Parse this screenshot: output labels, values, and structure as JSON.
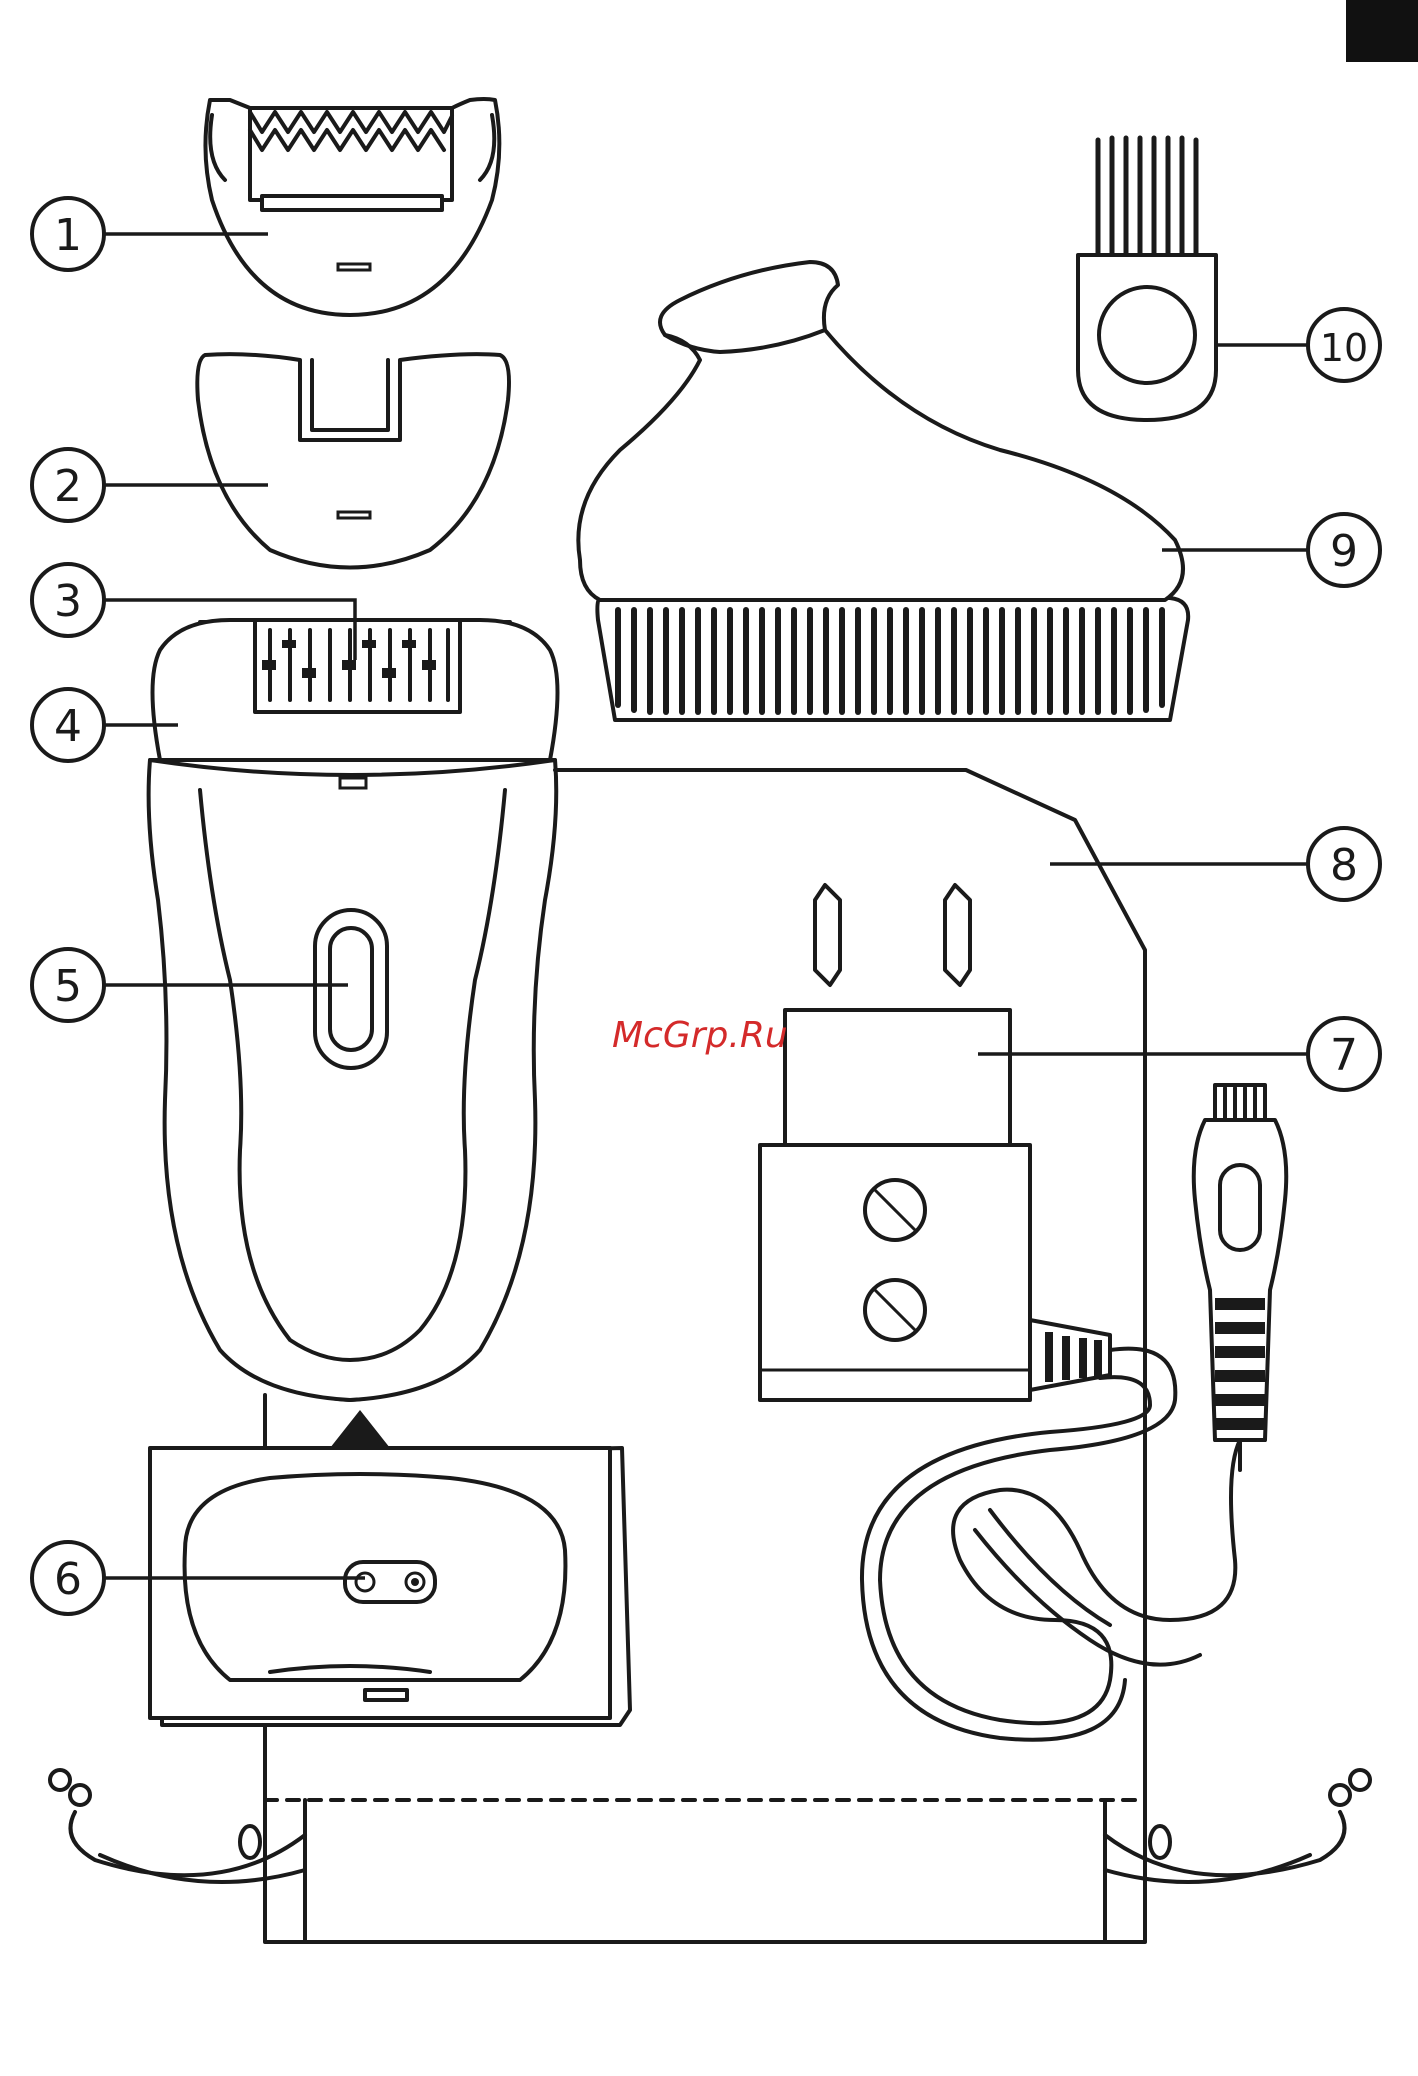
{
  "watermark": {
    "text": "McGrp.Ru",
    "color": "#d42a2a"
  },
  "callouts": [
    {
      "id": "1",
      "label": "1"
    },
    {
      "id": "2",
      "label": "2"
    },
    {
      "id": "3",
      "label": "3"
    },
    {
      "id": "4",
      "label": "4"
    },
    {
      "id": "5",
      "label": "5"
    },
    {
      "id": "6",
      "label": "6"
    },
    {
      "id": "7",
      "label": "7"
    },
    {
      "id": "8",
      "label": "8"
    },
    {
      "id": "9",
      "label": "9"
    },
    {
      "id": "10",
      "label": "10"
    }
  ],
  "colors": {
    "line": "#1a1a1a",
    "background": "#ffffff",
    "corner_tab": "#111111"
  }
}
